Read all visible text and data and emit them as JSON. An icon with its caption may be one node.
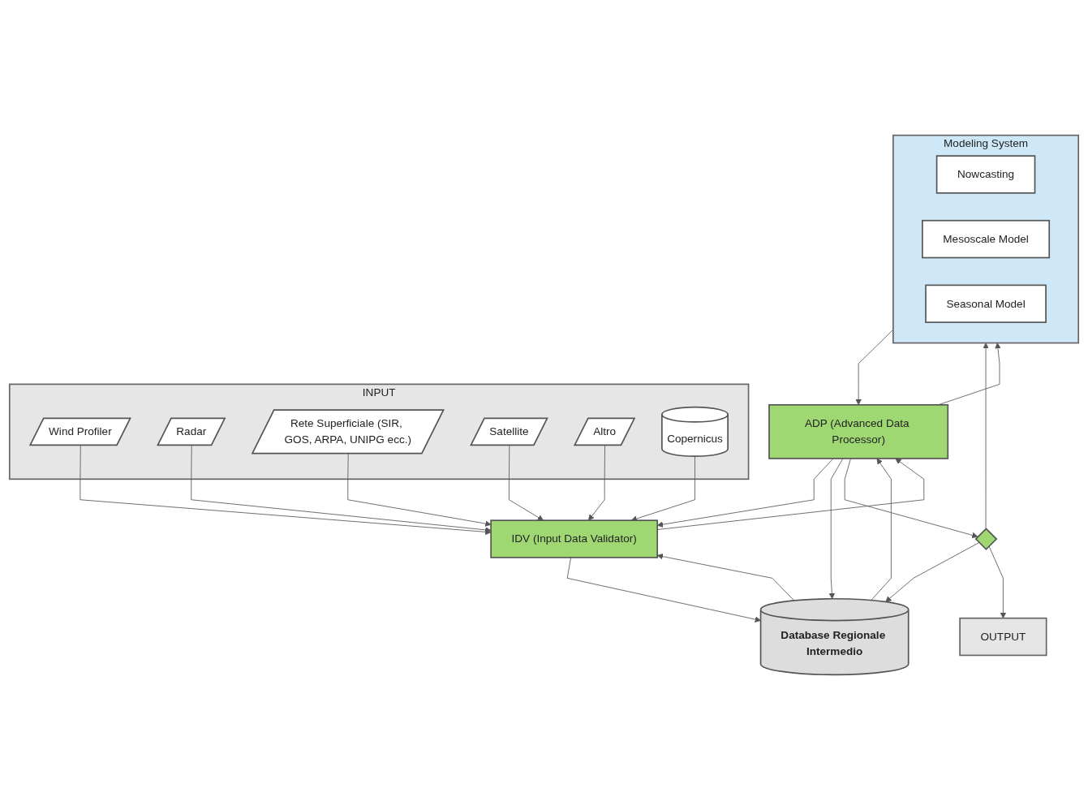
{
  "diagram": {
    "nodes": [
      {
        "text": [
          "INPUT"
        ]
      },
      {
        "text": [
          "Wind Profiler"
        ],
        "in": 0
      },
      {
        "text": [
          "Radar"
        ],
        "in": 0
      },
      {
        "text": [
          "Rete Superficiale (SIR, GOS, ARPA, UNIPG ecc.)"
        ],
        "in": 0
      },
      {
        "text": [
          "Satellite"
        ],
        "in": 0
      },
      {
        "text": [
          "Altro"
        ],
        "in": 0
      },
      {
        "text": [
          "Copernicus"
        ],
        "in": 0
      },
      {
        "text": [
          "IDV (Input Data Validator)"
        ]
      },
      {
        "text": [
          "Database Regionale Intermedio"
        ]
      },
      {
        "text": [
          "ADP (Advanced Data Processor)"
        ]
      },
      {
        "text": [
          "Modeling System"
        ]
      },
      {
        "text": [
          "Nowcasting"
        ],
        "in": 10
      },
      {
        "text": [
          "Mesoscale Model"
        ],
        "in": 10
      },
      {
        "text": [
          "Seasonal Model"
        ],
        "in": 10
      },
      {
        "text": [],
        "shape": "diamond"
      },
      {
        "text": [
          "OUTPUT"
        ]
      }
    ],
    "edges": [
      {
        "from": 1,
        "to": 7,
        "arrow": "to"
      },
      {
        "from": 2,
        "to": 7,
        "arrow": "to"
      },
      {
        "from": 3,
        "to": 7,
        "arrow": "to"
      },
      {
        "from": 4,
        "to": 7,
        "arrow": "to"
      },
      {
        "from": 5,
        "to": 7,
        "arrow": "to"
      },
      {
        "from": 6,
        "to": 7,
        "arrow": "to"
      },
      {
        "from": 7,
        "to": 8,
        "arrow": "to"
      },
      {
        "from": 8,
        "to": 7,
        "arrow": "to"
      },
      {
        "from": 7,
        "to": 9,
        "arrow": "to"
      },
      {
        "from": 9,
        "to": 7,
        "arrow": "to"
      },
      {
        "from": 8,
        "to": 9,
        "arrow": "to"
      },
      {
        "from": 9,
        "to": 8,
        "arrow": "to"
      },
      {
        "from": 9,
        "to": 10,
        "arrow": "to"
      },
      {
        "from": 10,
        "to": 9,
        "arrow": "to"
      },
      {
        "from": 9,
        "to": 14,
        "arrow": "to"
      },
      {
        "from": 14,
        "to": 8,
        "arrow": "to"
      },
      {
        "from": 14,
        "to": 10,
        "arrow": "to"
      },
      {
        "from": 14,
        "to": 15,
        "arrow": "to"
      }
    ]
  }
}
